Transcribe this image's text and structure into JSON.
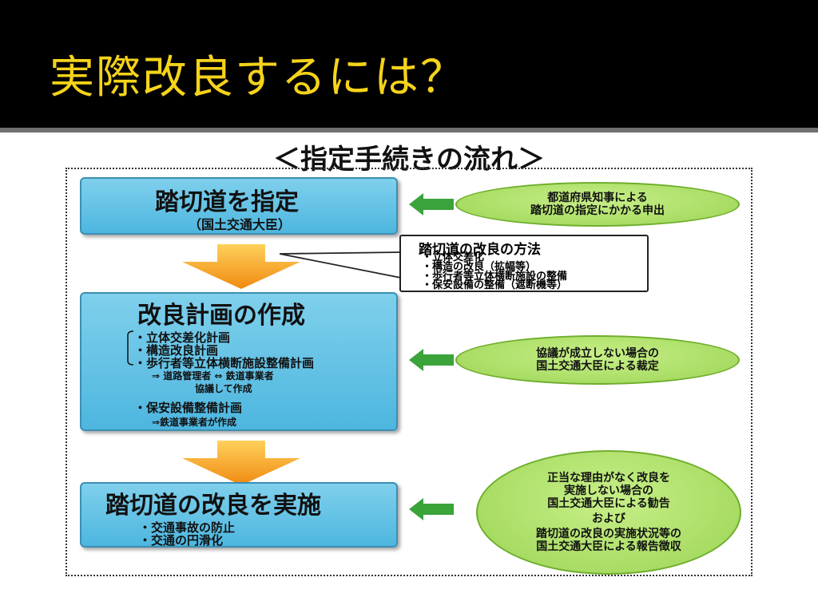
{
  "slide": {
    "title": "実際改良するには？",
    "flow_title": "＜指定手続きの流れ＞"
  },
  "boxes": {
    "designate": {
      "title": "踏切道を指定",
      "subtitle": "（国土交通大臣）"
    },
    "plan": {
      "title": "改良計画の作成",
      "items": [
        "・立体交差化計画",
        "・構造改良計画",
        "・歩行者等立体横断施設整備計画"
      ],
      "note1": "⇒ 道路管理者 ⇔ 鉄道事業者",
      "note2": "協議して作成",
      "item4": "・保安設備整備計画",
      "note3": "⇒鉄道事業者が作成"
    },
    "implement": {
      "title": "踏切道の改良を実施",
      "items": [
        "・交通事故の防止",
        "・交通の円滑化"
      ]
    }
  },
  "callout": {
    "title": "踏切道の改良の方法",
    "items": [
      "・立体交差化",
      "・構造の改良（拡幅等）",
      "・歩行者等立体横断施設の整備",
      "・保安設備の整備（遮断機等）"
    ]
  },
  "ellipses": {
    "request": [
      "都道府県知事による",
      "踏切道の指定にかかる申出"
    ],
    "ruling": [
      "協議が成立しない場合の",
      "国土交通大臣による裁定"
    ],
    "advice": [
      "正当な理由がなく改良を",
      "実施しない場合の",
      "国土交通大臣による勧告",
      "および",
      "踏切道の改良の実施状況等の",
      "国土交通大臣による報告徴収"
    ]
  },
  "colors": {
    "title_yellow": "#f5d31a",
    "box_blue": "#4db6df",
    "ellipse_green": "#9ad454",
    "arrow_orange": "#f39a1e",
    "arrow_green": "#3aa33a"
  }
}
